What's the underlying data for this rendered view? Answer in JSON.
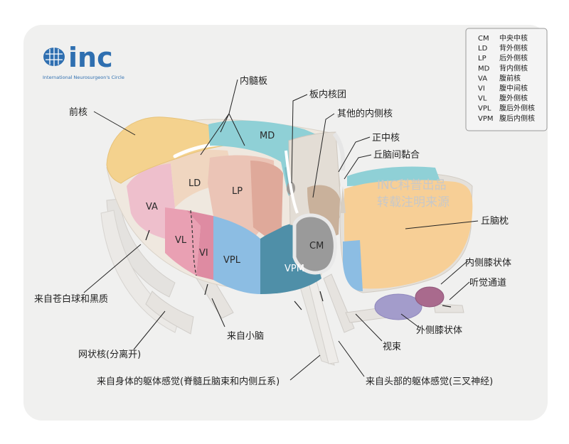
{
  "logo": {
    "letters": "inc",
    "tagline": "International Neurosurgeon's Circle"
  },
  "watermark": {
    "line1": "INC科普出品",
    "line2": "转载注明来源"
  },
  "legend": [
    {
      "abbr": "CM",
      "name": "中央中核"
    },
    {
      "abbr": "LD",
      "name": "背外侧核"
    },
    {
      "abbr": "LP",
      "name": "后外侧核"
    },
    {
      "abbr": "MD",
      "name": "背内侧核"
    },
    {
      "abbr": "VA",
      "name": "腹前核"
    },
    {
      "abbr": "VI",
      "name": "腹中间核"
    },
    {
      "abbr": "VL",
      "name": "腹外侧核"
    },
    {
      "abbr": "VPL",
      "name": "腹后外侧核"
    },
    {
      "abbr": "VPM",
      "name": "腹后内侧核"
    }
  ],
  "regions": {
    "md": "MD",
    "ld": "LD",
    "lp": "LP",
    "va": "VA",
    "vl": "VL",
    "vi": "VI",
    "vpl": "VPL",
    "vpm": "VPM",
    "cm": "CM"
  },
  "labels": {
    "internal_medullary_lamina": "内髓板",
    "anterior_nucleus": "前核",
    "intralaminar_nuclei": "板内核团",
    "other_medial_nuclei": "其他的内侧核",
    "median_nucleus": "正中核",
    "interthalamic_adhesion": "丘脑间黏合",
    "pulvinar": "丘脑枕",
    "medial_geniculate_body": "内侧膝状体",
    "auditory_pathway": "听觉通道",
    "lateral_geniculate_body": "外侧膝状体",
    "optic_tract": "视束",
    "from_globus_pallidus": "来自苍白球和黑质",
    "reticular_nucleus": "网状核(分离开)",
    "from_cerebellum": "来自小脑",
    "somatosensory_body": "来自身体的躯体感觉(脊髓丘脑束和内侧丘系)",
    "somatosensory_head": "来自头部的躯体感觉(三叉神经)"
  }
}
